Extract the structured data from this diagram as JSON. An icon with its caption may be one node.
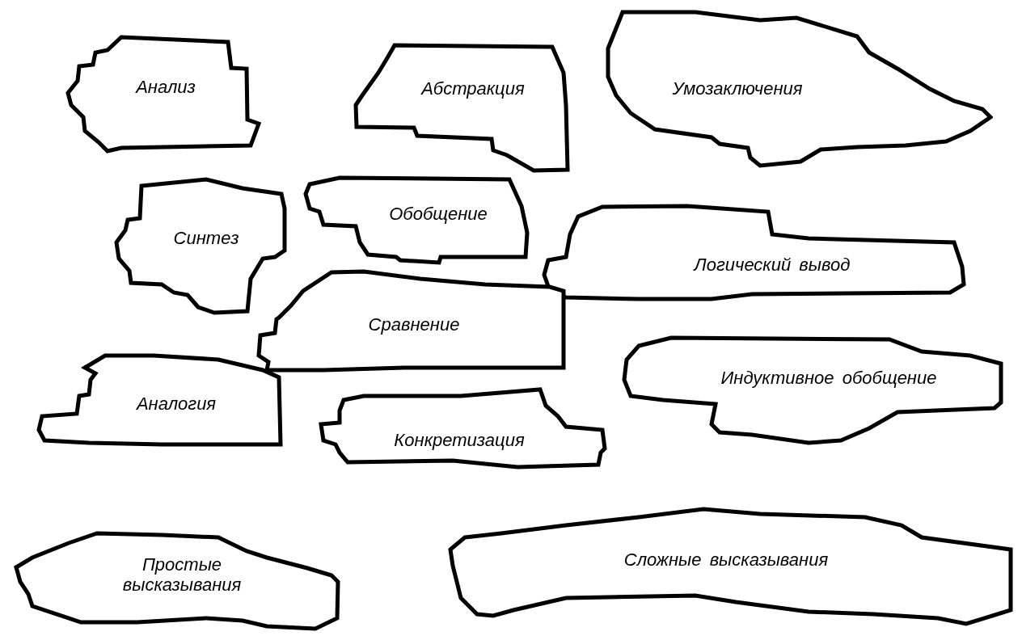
{
  "diagram": {
    "nodes": [
      {
        "text": [
          "Анализ"
        ]
      },
      {
        "text": [
          "Абстракция"
        ]
      },
      {
        "text": [
          "Умозаключения"
        ]
      },
      {
        "text": [
          "Синтез"
        ]
      },
      {
        "text": [
          "Обобщение"
        ]
      },
      {
        "text": [
          "Логический вывод"
        ]
      },
      {
        "text": [
          "Сравнение"
        ]
      },
      {
        "text": [
          "Аналогия"
        ]
      },
      {
        "text": [
          "Индуктивное обобщение"
        ]
      },
      {
        "text": [
          "Конкретизация"
        ]
      },
      {
        "text": [
          "Простые высказывания"
        ]
      },
      {
        "text": [
          "Сложные высказывания"
        ]
      }
    ]
  }
}
